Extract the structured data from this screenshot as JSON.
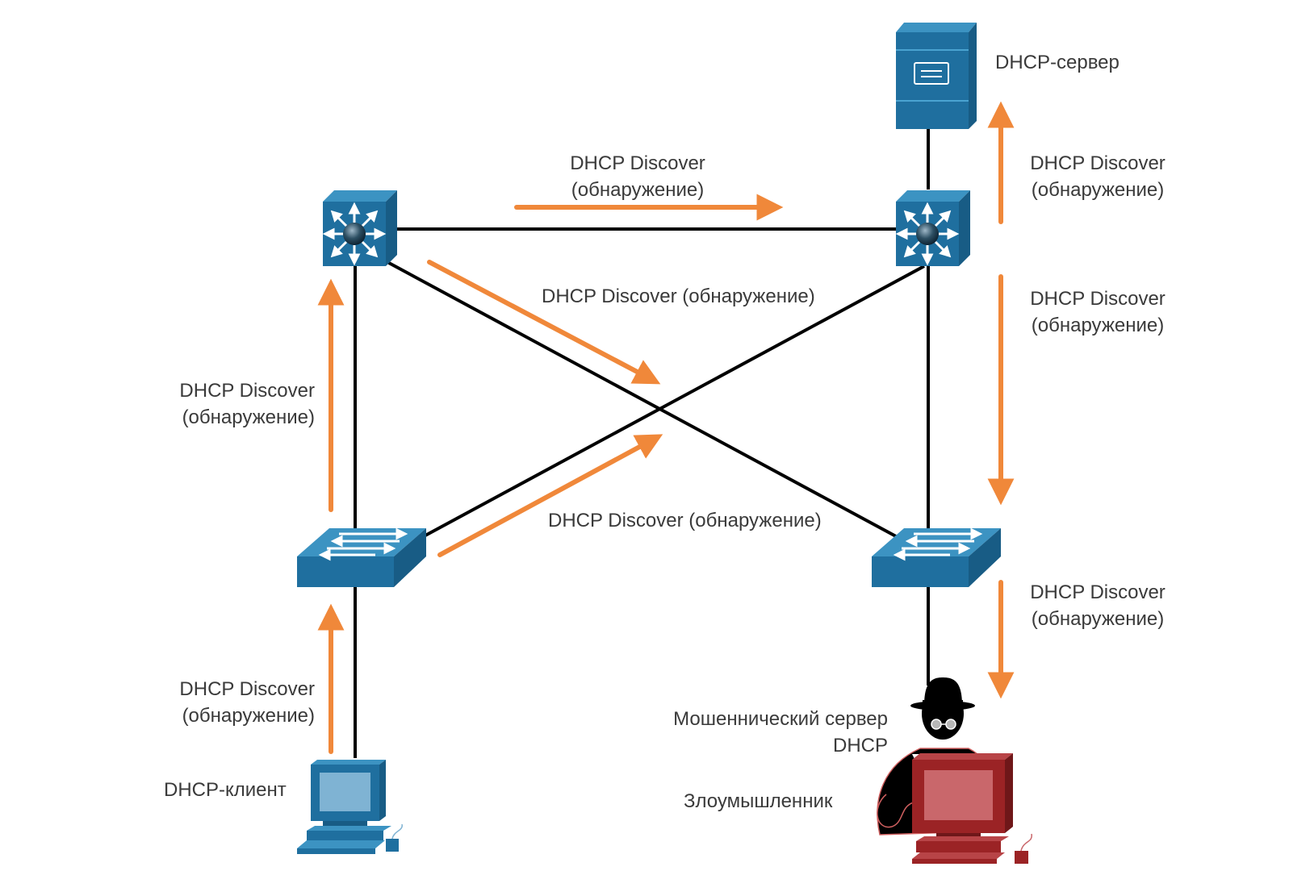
{
  "devices": {
    "dhcp_server": "DHCP-сервер",
    "dhcp_client": "DHCP-клиент",
    "rogue_server": [
      "Мошеннический сервер",
      "DHCP"
    ],
    "attacker": "Злоумышленник"
  },
  "messages": {
    "top": [
      "DHCP Discover",
      "(обнаружение)"
    ],
    "upper_right": [
      "DHCP Discover",
      "(обнаружение)"
    ],
    "diagonal_upper": "DHCP Discover (обнаружение)",
    "right_middle": [
      "DHCP Discover",
      "(обнаружение)"
    ],
    "left_middle": [
      "DHCP Discover",
      "(обнаружение)"
    ],
    "diagonal_lower": "DHCP Discover (обнаружение)",
    "right_lower": [
      "DHCP Discover",
      "(обнаружение)"
    ],
    "left_lower": [
      "DHCP Discover",
      "(обнаружение)"
    ]
  },
  "colors": {
    "arrow": "#f0883a",
    "device_front": "#1f6f9f",
    "device_top": "#3c93c2",
    "device_side": "#185c85",
    "link": "#000000",
    "attacker_pc": "#9b2325",
    "attacker_screen": "#c9676b"
  }
}
